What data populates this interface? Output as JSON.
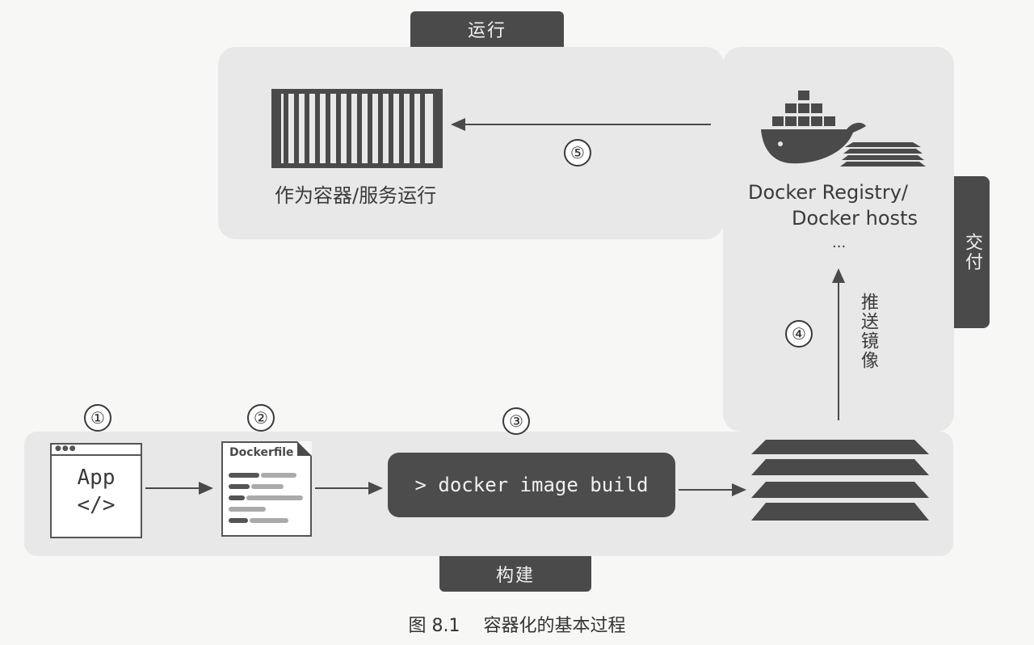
{
  "sections": {
    "run_tab": "运行",
    "deliver_tab": "交付",
    "build_tab": "构建"
  },
  "run": {
    "container_label": "作为容器/服务运行"
  },
  "deliver": {
    "registry_line1": "Docker Registry/",
    "registry_line2": "Docker hosts",
    "ellipsis": "...",
    "push_label": "推送镜像"
  },
  "build": {
    "app_text": "App",
    "app_code": "</>",
    "dockerfile_title": "Dockerfile",
    "command": "> docker image build"
  },
  "steps": [
    "①",
    "②",
    "③",
    "④",
    "⑤"
  ],
  "caption": {
    "number": "图 8.1",
    "text": "容器化的基本过程"
  },
  "colors": {
    "panel": "#e8e8e8",
    "tab": "#4a4a4a",
    "command_bg": "#4c4c4c",
    "line": "#4a4a4a"
  }
}
